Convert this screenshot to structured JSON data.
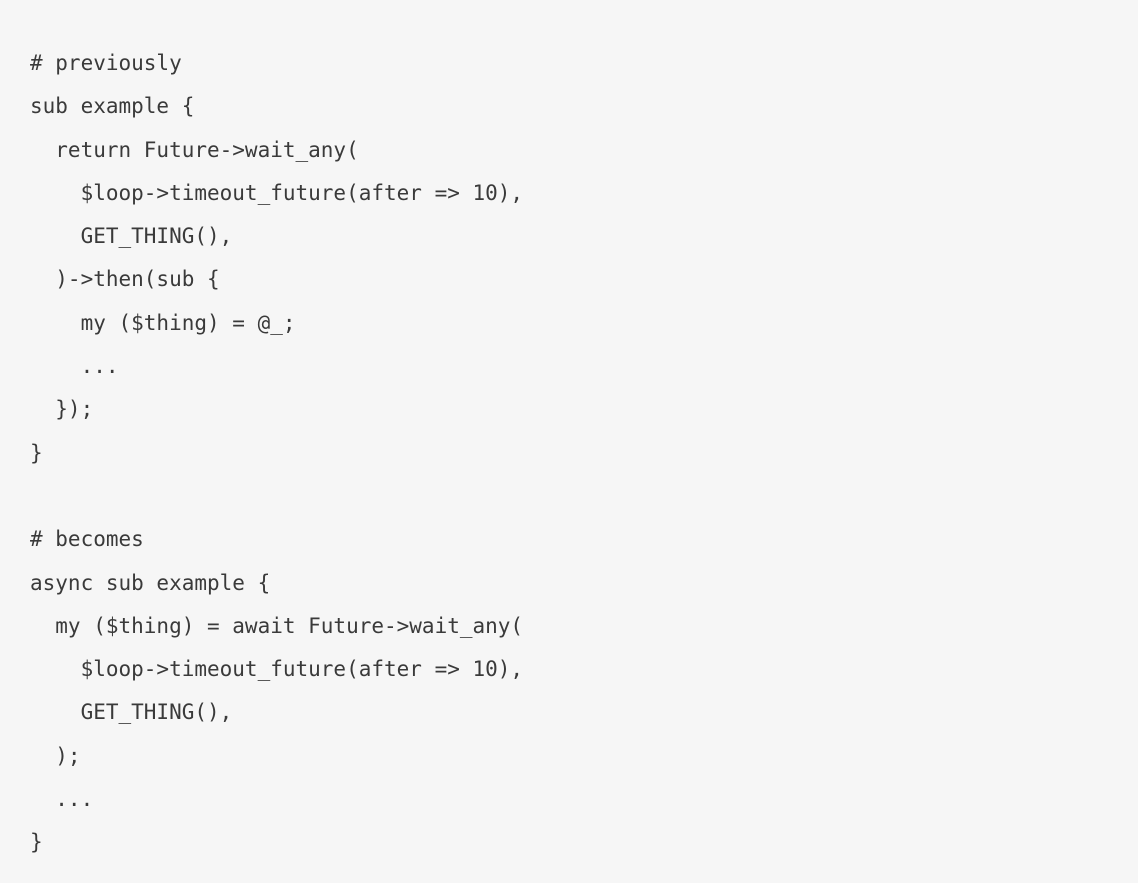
{
  "page": {
    "background_color": "#f6f6f6",
    "text_color": "#3a3a3a"
  },
  "code_block": {
    "language": "perl",
    "lines": [
      "# previously",
      "sub example {",
      "  return Future->wait_any(",
      "    $loop->timeout_future(after => 10),",
      "    GET_THING(),",
      "  )->then(sub {",
      "    my ($thing) = @_;",
      "    ...",
      "  });",
      "}",
      "",
      "# becomes",
      "async sub example {",
      "  my ($thing) = await Future->wait_any(",
      "    $loop->timeout_future(after => 10),",
      "    GET_THING(),",
      "  );",
      "  ...",
      "}"
    ]
  }
}
